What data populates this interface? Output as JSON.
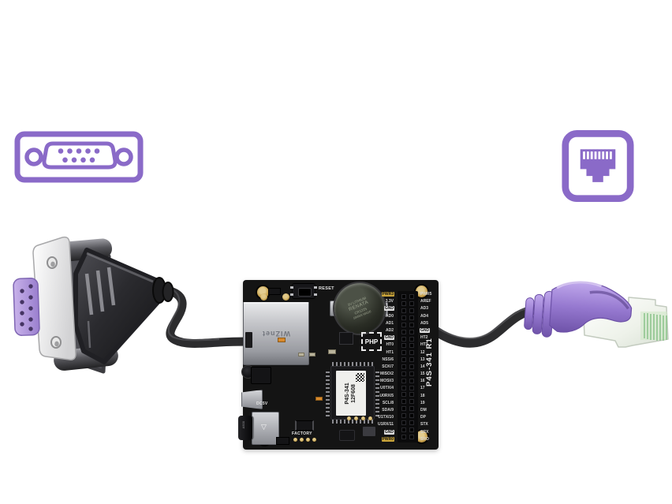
{
  "scene": {
    "background": "#ffffff",
    "accent_purple": "#8a6ac8",
    "description": "DB9 serial connector and Ethernet cable connected to a P4S-341 board"
  },
  "serial_port_icon": {
    "type": "db9-serial-port",
    "color": "#8a6ac8"
  },
  "ethernet_port_icon": {
    "type": "rj45-ethernet-port",
    "color": "#8a6ac8"
  },
  "board": {
    "silkscreen": {
      "reset": "RESET",
      "factory": "FACTORY",
      "dc5v": "DC5V",
      "php_logo": "PHP",
      "model_vertical": "P4S-341 R1"
    },
    "eth_jack_brand": "WIZnet",
    "dc_barrel_label": "A500",
    "chip_label": {
      "line1": "P4S-341",
      "line2": "12F608"
    },
    "battery": {
      "line1": "3V LITHIUM",
      "line2": "RENATA",
      "line3": "CR1225",
      "line4": "SWISS MADE"
    },
    "pins": {
      "inner": [
        "PWR3",
        "3.3V",
        "GND",
        "AD0",
        "AD1",
        "AD2",
        "GND",
        "HT0",
        "HT1",
        "NSS/6",
        "SCK/7",
        "MISO/2",
        "MOSI/3",
        "U0TX/4",
        "U0RX/5",
        "SCL/8",
        "SDA/9",
        "U1TX/10",
        "U1RX/11",
        "GND",
        "PWR0"
      ],
      "outer": [
        "PWR5",
        "AREF",
        "AD3",
        "AD4",
        "AD5",
        "GND",
        "HT2",
        "HT3",
        "12",
        "13",
        "14",
        "15",
        "16",
        "17",
        "18",
        "19",
        "DM",
        "DP",
        "STX",
        "SRX",
        "SRO"
      ]
    }
  }
}
